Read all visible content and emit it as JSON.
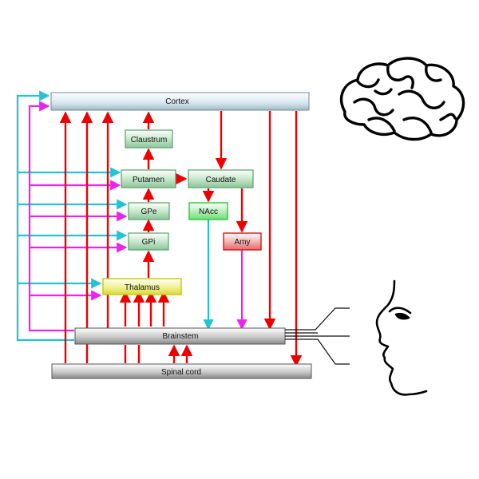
{
  "nodes": {
    "cortex": "Cortex",
    "claustrum": "Claustrum",
    "putamen": "Putamen",
    "caudate": "Caudate",
    "gpe": "GPe",
    "gpi": "GPi",
    "nacc": "NAcc",
    "amy": "Amy",
    "thalamus": "Thalamus",
    "brainstem": "Brainstem",
    "spinal_cord": "Spinal cord"
  },
  "colors": {
    "red": "#ee0000",
    "cyan": "#22c4d4",
    "magenta": "#ee22ee",
    "green_box": "#5aa06a",
    "nacc_box": "#22cc22",
    "amy_box": "#dd1111",
    "thalamus_box": "#dddd00",
    "gray_bar": "#888888"
  },
  "icons": [
    "brain-icon",
    "face-profile-icon"
  ]
}
